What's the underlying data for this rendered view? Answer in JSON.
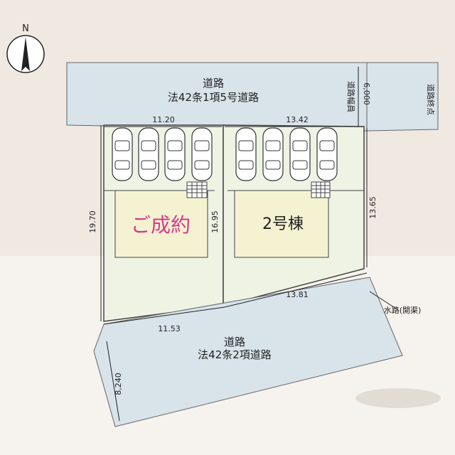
{
  "compass": {
    "label": "N",
    "icon": "north-arrow-icon"
  },
  "roads": {
    "north": {
      "title": "道路",
      "subtitle": "法42条1項5号道路",
      "width_label": "道路幅員",
      "width_value": "6,000",
      "end_label": "道路終点"
    },
    "south": {
      "title": "道路",
      "subtitle": "法42条2項道路",
      "width_value": "8,240"
    }
  },
  "waterway": {
    "label": "水路(開渠)"
  },
  "lots": [
    {
      "id": "lot1",
      "label": "ご成約",
      "label_color": "#d23c8a",
      "north_frontage": "11.20",
      "south_side": "11.53",
      "west_depth": "19.70",
      "east_depth": "16.95",
      "parking_spaces": 4
    },
    {
      "id": "lot2",
      "label": "2号棟",
      "label_color": "#222222",
      "north_frontage": "13.42",
      "south_side": "13.81",
      "east_depth": "13.65",
      "parking_spaces": 4
    }
  ],
  "colors": {
    "road": "#d8e3ea",
    "lot": "#eef3e4",
    "building": "#f5f2d2",
    "background": "#efe9e2"
  }
}
